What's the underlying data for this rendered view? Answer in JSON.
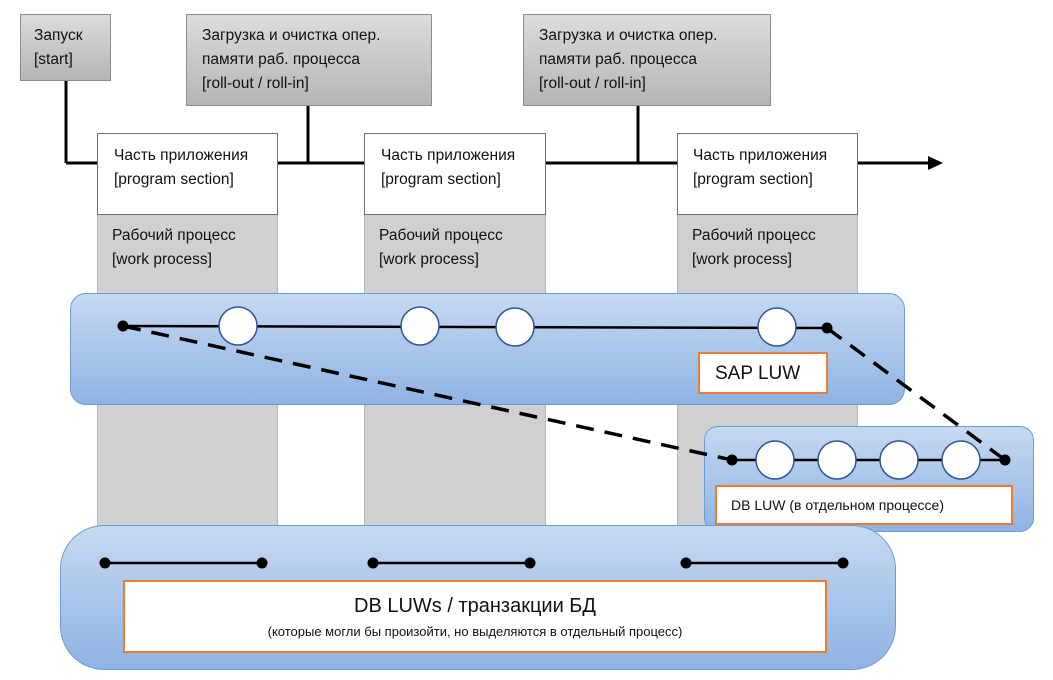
{
  "start_box": {
    "line1": "Запуск",
    "line2": "[start]"
  },
  "rollout_box": {
    "line1": "Загрузка и очистка опер.",
    "line2": "памяти раб. процесса",
    "line3": "[roll-out / roll-in]"
  },
  "program_section": {
    "line1": "Часть приложения",
    "line2": "[program section]"
  },
  "work_process": {
    "line1": "Рабочий процесс",
    "line2": "[work process]"
  },
  "sap_luw": {
    "label": "SAP LUW"
  },
  "db_luw_separate": {
    "label": "DB LUW (в отдельном процессе)"
  },
  "db_luws": {
    "title": "DB LUWs / транзакции БД",
    "subtitle": "(которые могли бы произойти, но выделяются в отдельный процесс)"
  }
}
